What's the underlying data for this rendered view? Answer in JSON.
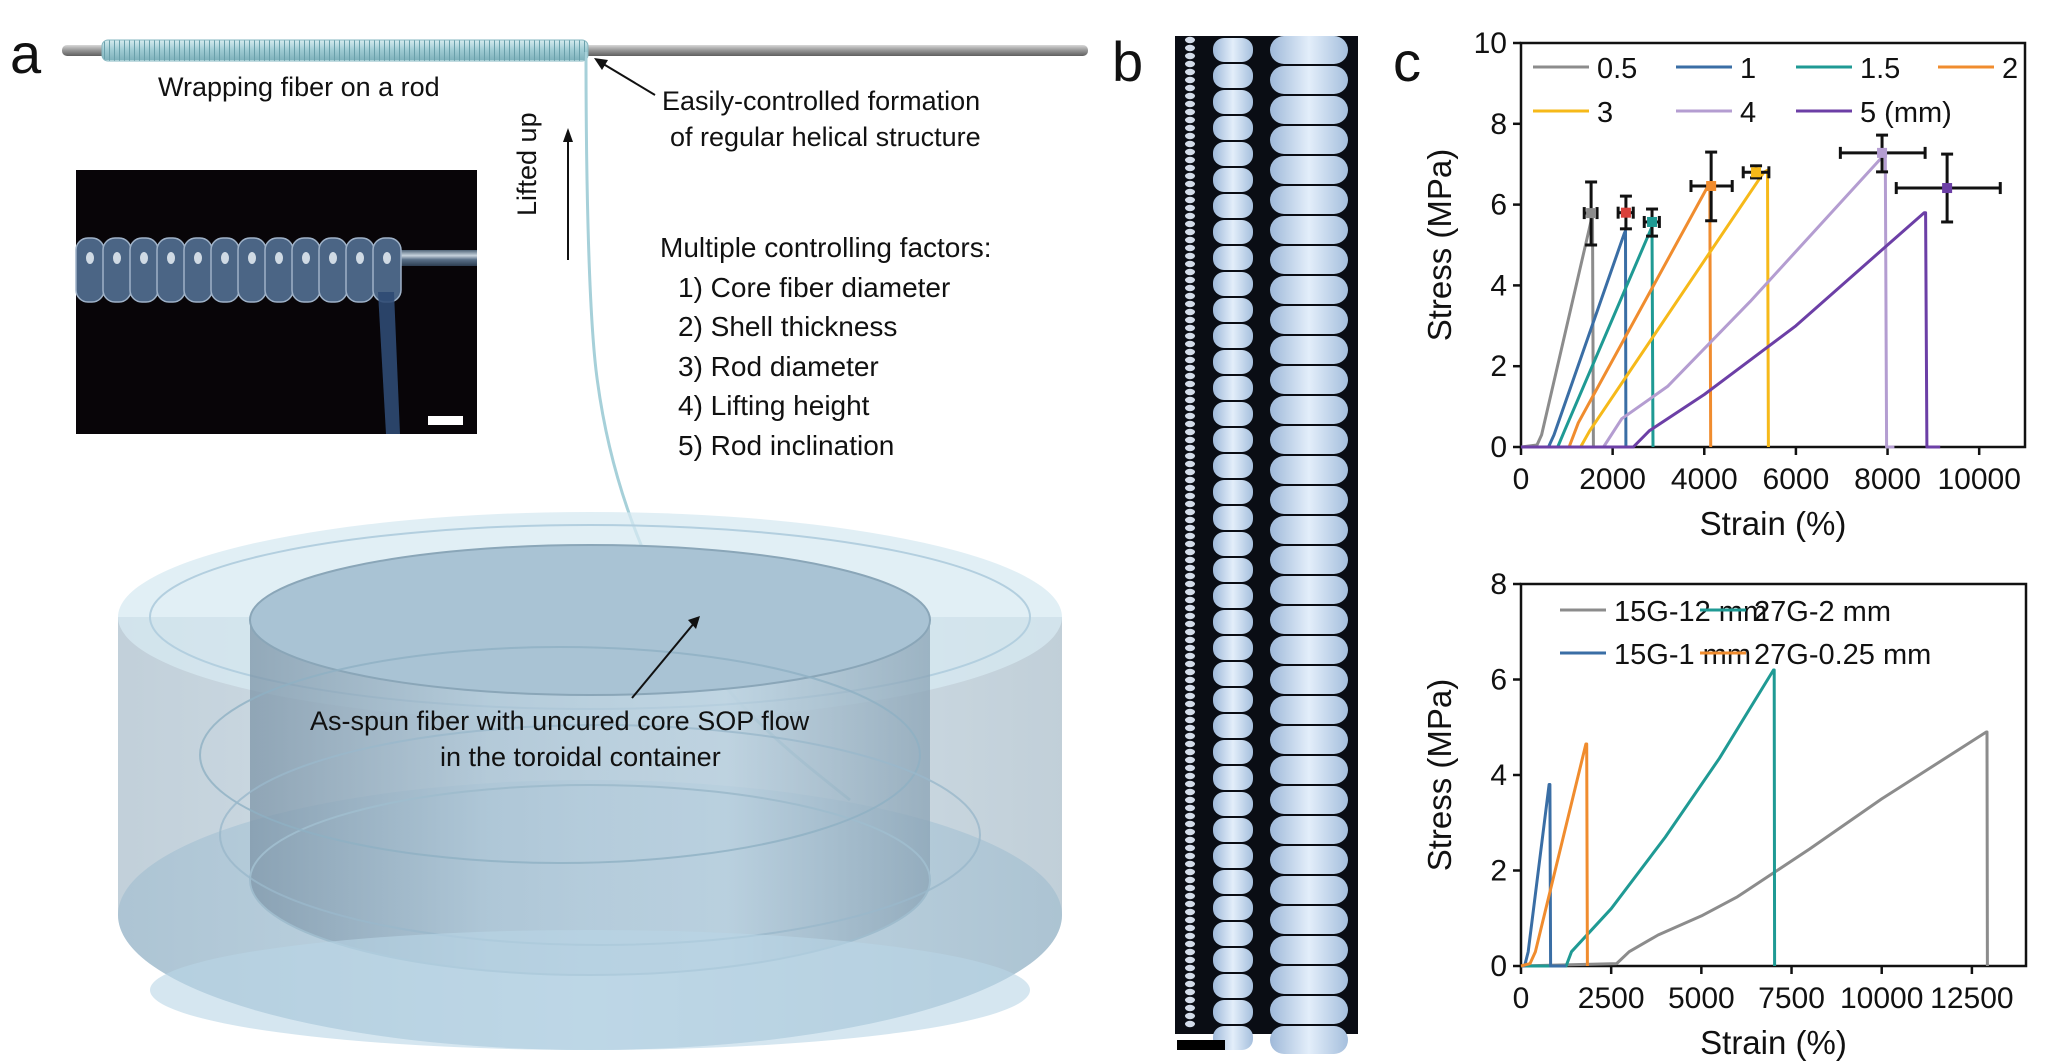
{
  "panels": {
    "a": {
      "letter": "a",
      "rod_label": "Wrapping fiber on a rod",
      "helix_annotation": [
        "Easily-controlled formation",
        "of regular helical structure"
      ],
      "lift_label": "Lifted up",
      "factors_title": "Multiple controlling factors:",
      "factors": [
        "1) Core fiber diameter",
        "2) Shell thickness",
        "3) Rod diameter",
        "4) Lifting height",
        "5) Rod inclination"
      ],
      "container_annotation": [
        "As-spun fiber with uncured core SOP flow",
        "in the toroidal container"
      ],
      "colors": {
        "fiber": "#a9d3dc",
        "container": "#b7d4e6",
        "rod": "#8c8c8c"
      }
    },
    "b": {
      "letter": "b"
    },
    "c": {
      "letter": "c"
    }
  },
  "chart_data": [
    {
      "type": "line",
      "title": "",
      "xlabel": "Strain (%)",
      "ylabel": "Stress (MPa)",
      "xlim": [
        0,
        11000
      ],
      "ylim": [
        0,
        10
      ],
      "xticks": [
        0,
        2000,
        4000,
        6000,
        8000,
        10000
      ],
      "yticks": [
        0,
        2,
        4,
        6,
        8,
        10
      ],
      "legend_position": "top",
      "legend_unit_suffix": "(mm)",
      "series": [
        {
          "name": "0.5",
          "color": "#8c8c8c",
          "points": [
            [
              0,
              0
            ],
            [
              350,
              0.05
            ],
            [
              450,
              0.3
            ],
            [
              1530,
              5.6
            ],
            [
              1560,
              5.7
            ],
            [
              1580,
              0
            ]
          ],
          "marker": {
            "x": 1530,
            "y": 5.79,
            "xerr": [
              1380,
              1660
            ],
            "yerr": [
              5.0,
              6.56
            ],
            "color": "#8c8c8c"
          }
        },
        {
          "name": "1",
          "color": "#3a6ea5",
          "points": [
            [
              0,
              0
            ],
            [
              600,
              0
            ],
            [
              720,
              0.3
            ],
            [
              2260,
              5.3
            ],
            [
              2280,
              5.35
            ],
            [
              2290,
              0
            ]
          ],
          "marker": {
            "x": 2290,
            "y": 5.8,
            "xerr": [
              2120,
              2450
            ],
            "yerr": [
              5.4,
              6.21
            ],
            "color": "#d9413b"
          }
        },
        {
          "name": "1.5",
          "color": "#1f9a94",
          "points": [
            [
              0,
              0
            ],
            [
              800,
              0
            ],
            [
              950,
              0.4
            ],
            [
              2840,
              5.4
            ],
            [
              2860,
              5.45
            ],
            [
              2880,
              0
            ]
          ],
          "marker": {
            "x": 2860,
            "y": 5.57,
            "xerr": [
              2690,
              3020
            ],
            "yerr": [
              5.22,
              5.89
            ],
            "color": "#1f9a94"
          }
        },
        {
          "name": "2",
          "color": "#f08c2e",
          "points": [
            [
              0,
              0
            ],
            [
              1050,
              0
            ],
            [
              1250,
              0.6
            ],
            [
              4100,
              6.5
            ],
            [
              4120,
              6.5
            ],
            [
              4140,
              0
            ]
          ],
          "marker": {
            "x": 4150,
            "y": 6.46,
            "xerr": [
              3710,
              4610
            ],
            "yerr": [
              5.6,
              7.3
            ],
            "color": "#f08c2e"
          }
        },
        {
          "name": "3",
          "color": "#f6b919",
          "points": [
            [
              0,
              0
            ],
            [
              1300,
              0
            ],
            [
              1500,
              0.4
            ],
            [
              5300,
              6.8
            ],
            [
              5380,
              6.85
            ],
            [
              5400,
              0
            ]
          ],
          "marker": {
            "x": 5130,
            "y": 6.8,
            "xerr": [
              4850,
              5410
            ],
            "yerr": [
              6.66,
              6.96
            ],
            "color": "#f6b919"
          }
        },
        {
          "name": "4",
          "color": "#b49dd1",
          "points": [
            [
              0,
              0
            ],
            [
              1800,
              0
            ],
            [
              2200,
              0.7
            ],
            [
              3200,
              1.5
            ],
            [
              5000,
              3.6
            ],
            [
              7900,
              7.2
            ],
            [
              7950,
              7.2
            ],
            [
              7980,
              0
            ],
            [
              8150,
              0
            ]
          ],
          "marker": {
            "x": 7880,
            "y": 7.28,
            "xerr": [
              6970,
              8820
            ],
            "yerr": [
              6.81,
              7.72
            ],
            "color": "#b49dd1"
          }
        },
        {
          "name": "5 (mm)",
          "color": "#6c3fa6",
          "points": [
            [
              0,
              0
            ],
            [
              2450,
              0
            ],
            [
              2800,
              0.4
            ],
            [
              4000,
              1.3
            ],
            [
              6000,
              3.0
            ],
            [
              8000,
              5.0
            ],
            [
              8800,
              5.8
            ],
            [
              8830,
              5.8
            ],
            [
              8860,
              0
            ],
            [
              9150,
              0
            ]
          ],
          "marker": {
            "x": 9300,
            "y": 6.41,
            "xerr": [
              8190,
              10460
            ],
            "yerr": [
              5.57,
              7.25
            ],
            "color": "#6c3fa6"
          }
        }
      ]
    },
    {
      "type": "line",
      "title": "",
      "xlabel": "Strain (%)",
      "ylabel": "Stress (MPa)",
      "xlim": [
        0,
        14000
      ],
      "ylim": [
        0,
        8
      ],
      "xticks": [
        0,
        2500,
        5000,
        7500,
        10000,
        12500
      ],
      "yticks": [
        0,
        2,
        4,
        6,
        8
      ],
      "legend_position": "top",
      "series": [
        {
          "name": "15G-12 mm",
          "color": "#8c8c8c",
          "points": [
            [
              0,
              0
            ],
            [
              2650,
              0.05
            ],
            [
              3000,
              0.3
            ],
            [
              3800,
              0.65
            ],
            [
              5000,
              1.05
            ],
            [
              6000,
              1.45
            ],
            [
              7000,
              1.95
            ],
            [
              8000,
              2.45
            ],
            [
              10000,
              3.5
            ],
            [
              12900,
              4.9
            ],
            [
              12920,
              4.9
            ],
            [
              12930,
              0
            ]
          ]
        },
        {
          "name": "27G-2 mm",
          "color": "#1f9a94",
          "points": [
            [
              0,
              0
            ],
            [
              1250,
              0
            ],
            [
              1400,
              0.3
            ],
            [
              2500,
              1.2
            ],
            [
              4000,
              2.7
            ],
            [
              5500,
              4.35
            ],
            [
              7000,
              6.2
            ],
            [
              7020,
              6.2
            ],
            [
              7030,
              0
            ]
          ]
        },
        {
          "name": "15G-1 mm",
          "color": "#3a6ea5",
          "points": [
            [
              0,
              0
            ],
            [
              100,
              0
            ],
            [
              200,
              0.3
            ],
            [
              780,
              3.8
            ],
            [
              800,
              3.8
            ],
            [
              820,
              0
            ],
            [
              1250,
              0
            ]
          ]
        },
        {
          "name": "27G-0.25 mm",
          "color": "#f08c2e",
          "points": [
            [
              0,
              0
            ],
            [
              250,
              0.05
            ],
            [
              400,
              0.3
            ],
            [
              1800,
              4.65
            ],
            [
              1820,
              4.65
            ],
            [
              1840,
              0
            ]
          ]
        }
      ]
    }
  ]
}
